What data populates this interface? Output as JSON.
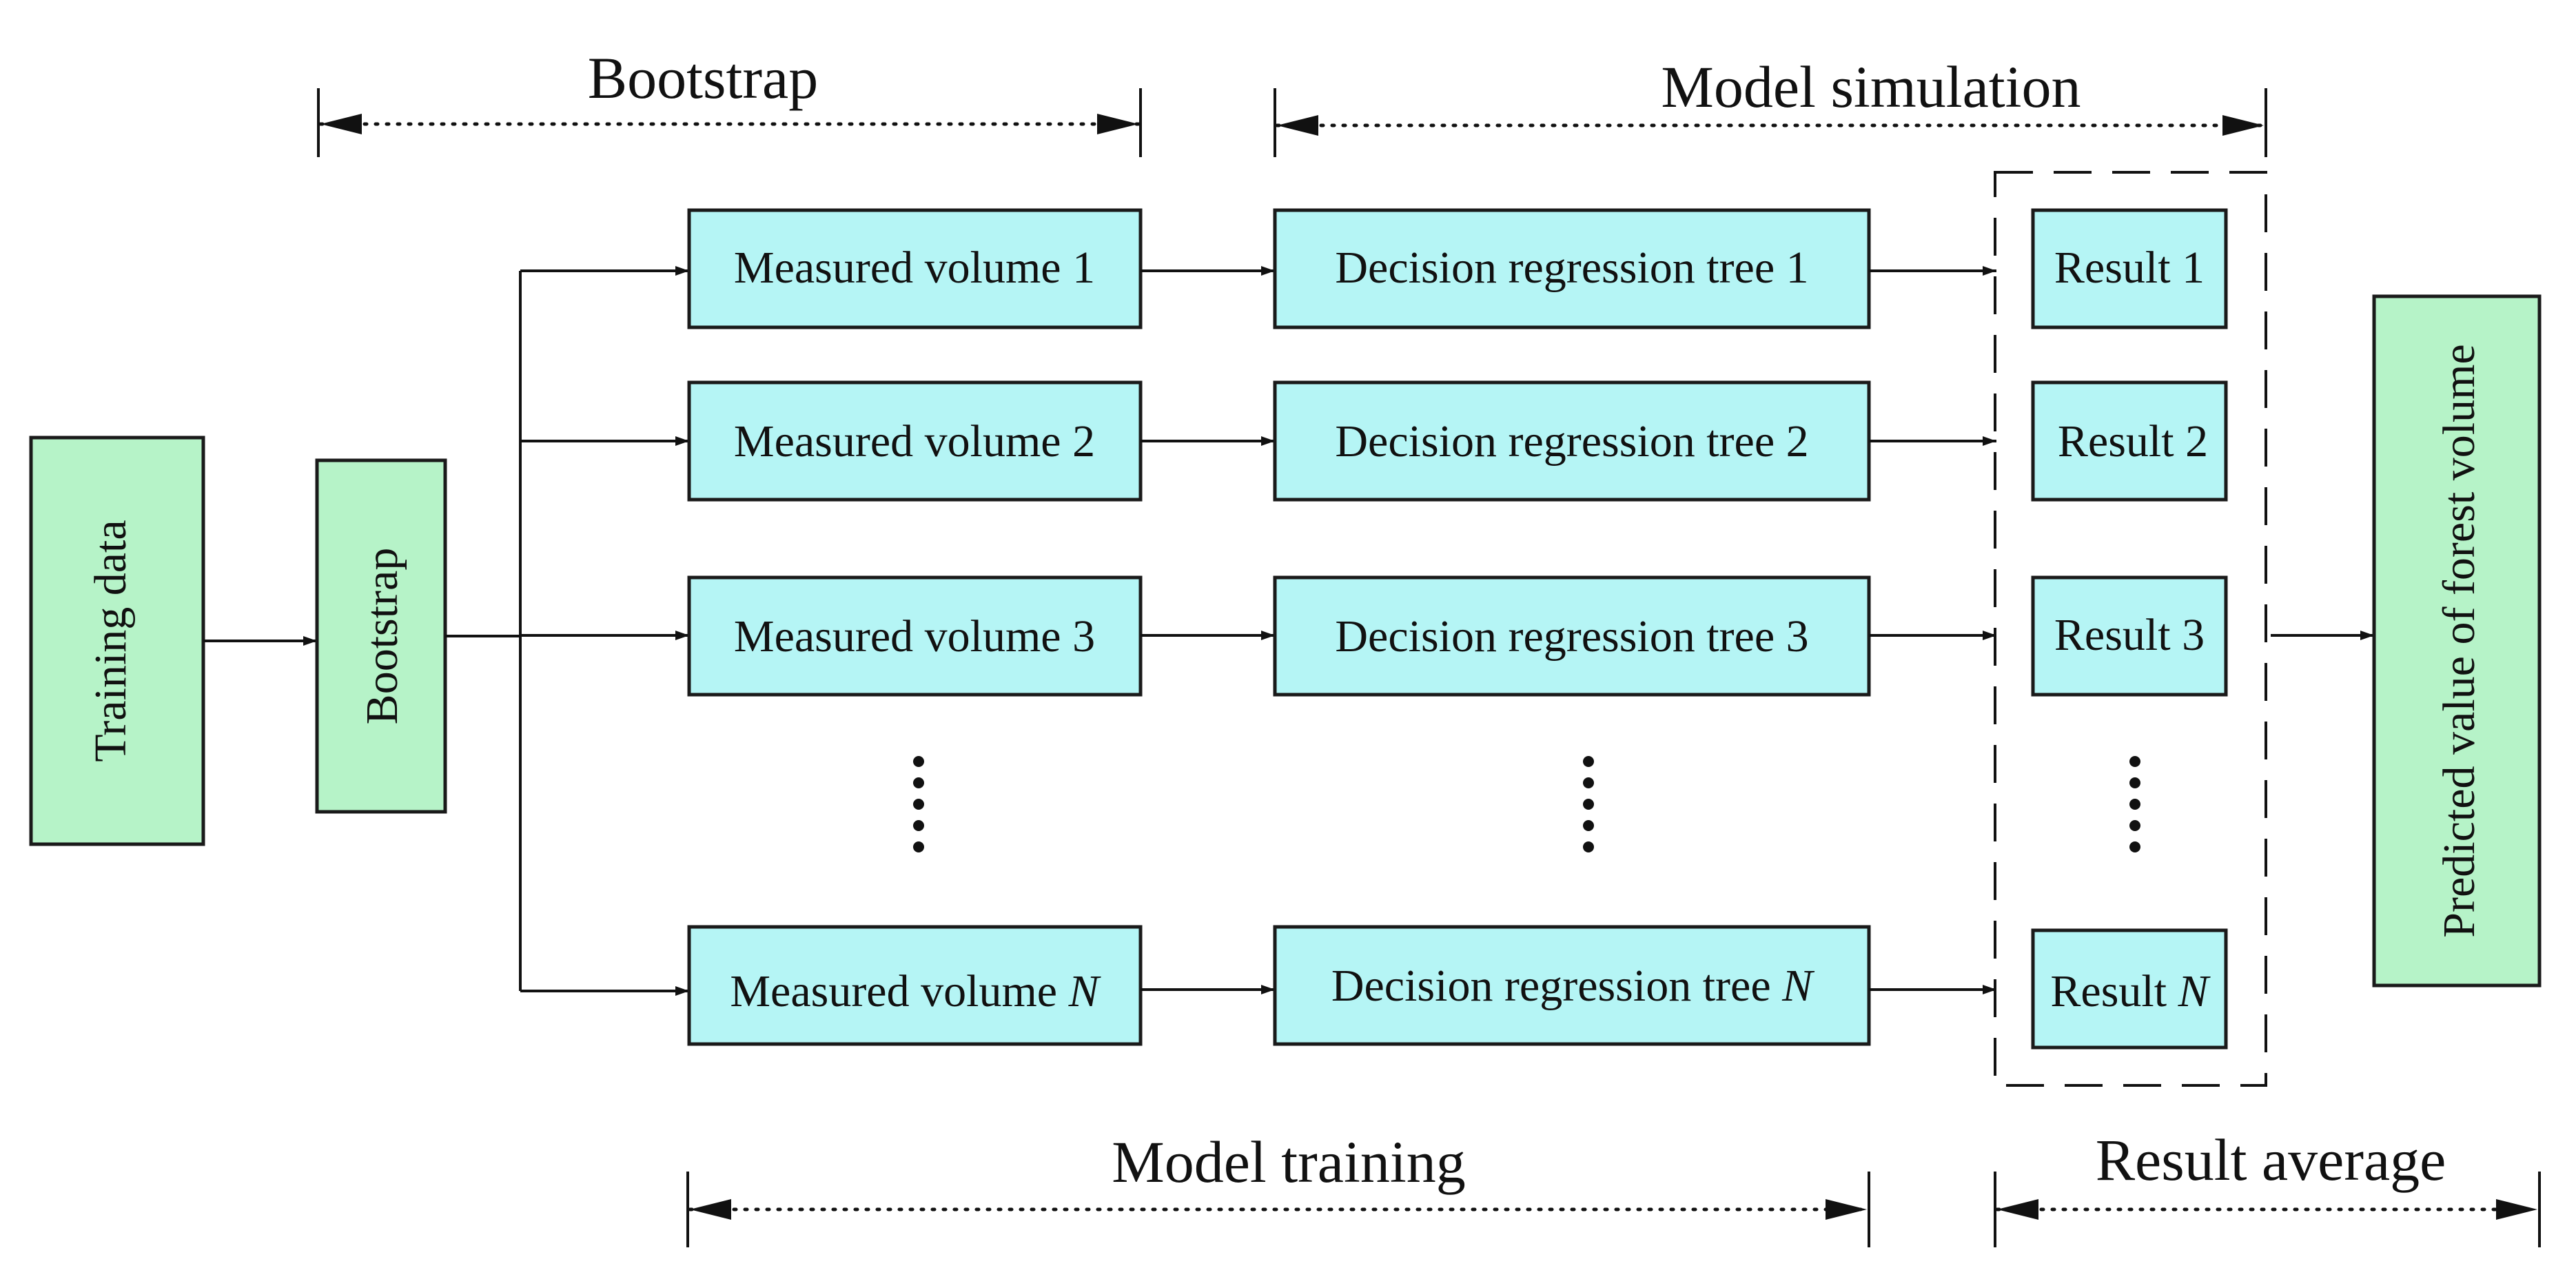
{
  "nodes": {
    "training_data": "Training data",
    "bootstrap": "Bootstrap",
    "measured": [
      "Measured volume 1",
      "Measured volume 2",
      "Measured volume 3",
      "Measured volume "
    ],
    "trees": [
      "Decision regression tree 1",
      "Decision regression tree 2",
      "Decision regression tree 3",
      "Decision regression tree "
    ],
    "results": [
      "Result 1",
      "Result 2",
      "Result 3",
      "Result "
    ],
    "last_index": "N",
    "predicted": "Predicted value of forest volume"
  },
  "spans": {
    "bootstrap": "Bootstrap",
    "model_simulation": "Model simulation",
    "model_training": "Model training",
    "result_average": "Result average"
  },
  "colors": {
    "input_box": "#b6f3c8",
    "process_box": "#b5f5f5",
    "stroke": "#111111"
  }
}
